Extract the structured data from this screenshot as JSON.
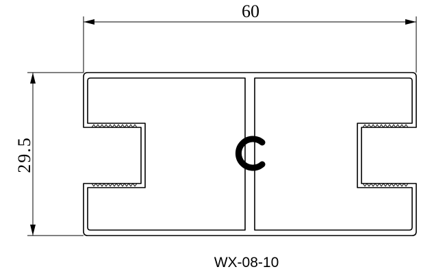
{
  "drawing": {
    "width_dimension": "60",
    "height_dimension": "29.5",
    "part_number": "WX-08-10",
    "line_color": "#000000",
    "background_color": "#ffffff"
  }
}
